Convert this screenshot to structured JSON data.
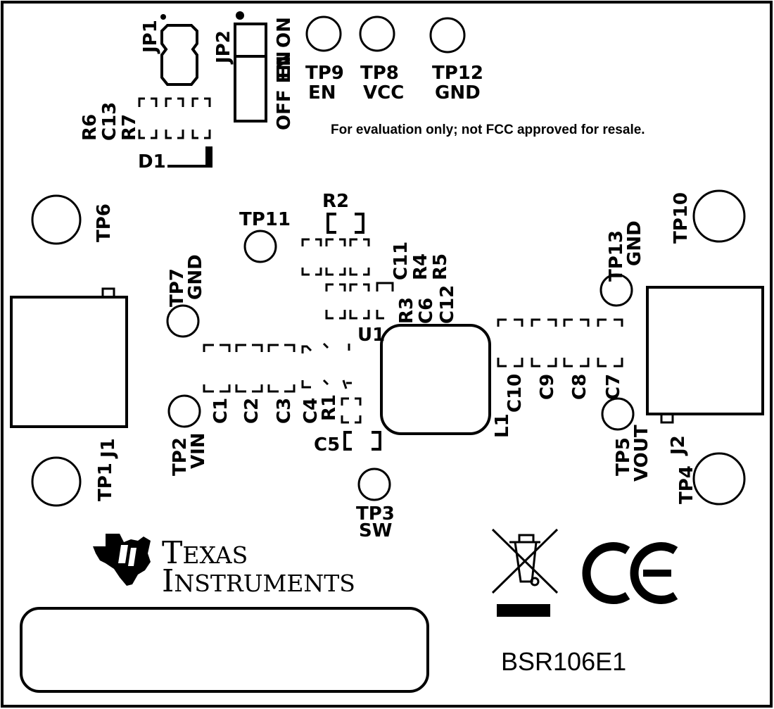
{
  "board": {
    "name": "BSR106E1",
    "notice": "For evaluation only; not FCC approved for resale.",
    "brand": {
      "line1_big": "T",
      "line1_rest": "EXAS",
      "line2_big": "I",
      "line2_rest": "NSTRUMENTS"
    }
  },
  "jumpers": {
    "jp1": "JP1",
    "jp2": "JP2",
    "jp2_on": "ON",
    "jp2_en": "EN",
    "jp2_off": "OFF EN"
  },
  "test_points": {
    "tp9": {
      "ref": "TP9",
      "net": "EN"
    },
    "tp8": {
      "ref": "TP8",
      "net": "VCC"
    },
    "tp12": {
      "ref": "TP12",
      "net": "GND"
    },
    "tp6": {
      "ref": "TP6"
    },
    "tp10": {
      "ref": "TP10"
    },
    "tp11": {
      "ref": "TP11"
    },
    "tp7": {
      "ref": "TP7",
      "net": "GND"
    },
    "tp13": {
      "ref": "TP13",
      "net": "GND"
    },
    "tp2": {
      "ref": "TP2",
      "net": "VIN"
    },
    "tp5": {
      "ref": "TP5",
      "net": "VOUT"
    },
    "tp1": {
      "ref": "TP1"
    },
    "tp4": {
      "ref": "TP4"
    },
    "tp3": {
      "ref": "TP3",
      "net": "SW"
    }
  },
  "refdes": {
    "r6": "R6",
    "c13": "C13",
    "r7": "R7",
    "d1": "D1",
    "r2": "R2",
    "c11": "C11",
    "r4": "R4",
    "r5": "R5",
    "r3": "R3",
    "c6": "C6",
    "c12": "C12",
    "u1": "U1",
    "c1": "C1",
    "c2": "C2",
    "c3": "C3",
    "c4": "C4",
    "r1": "R1",
    "c5": "C5",
    "c10": "C10",
    "c9": "C9",
    "c8": "C8",
    "c7": "C7",
    "l1": "L1",
    "j1": "J1",
    "j2": "J2"
  }
}
